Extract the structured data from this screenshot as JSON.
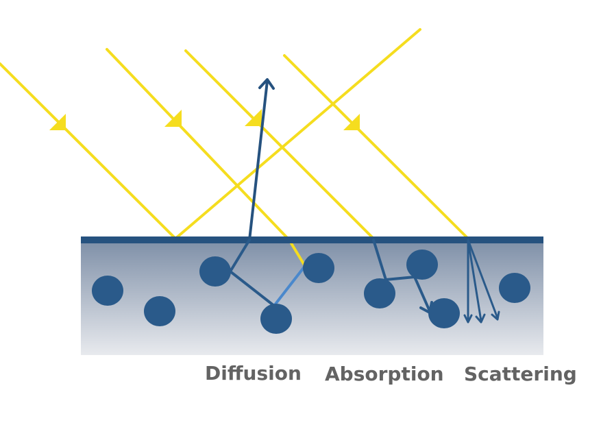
{
  "labels": {
    "diffusion": "Diffusion",
    "absorption": "Absorption",
    "scattering": "Scattering"
  },
  "colors": {
    "light_ray": "#f5dd1f",
    "arrowhead": "#f5dd1f",
    "surface": "#26527f",
    "particle": "#2a5a8a",
    "path": "#2a5a8a",
    "path_highlight": "#4a88cc",
    "medium_top": "#7f90a8",
    "medium_bottom": "#e8eaee",
    "label": "#636363"
  },
  "icons": {
    "incoming_ray_arrow": "triangle-arrowhead",
    "outgoing_ray_arrow": "chevron-arrowhead"
  }
}
